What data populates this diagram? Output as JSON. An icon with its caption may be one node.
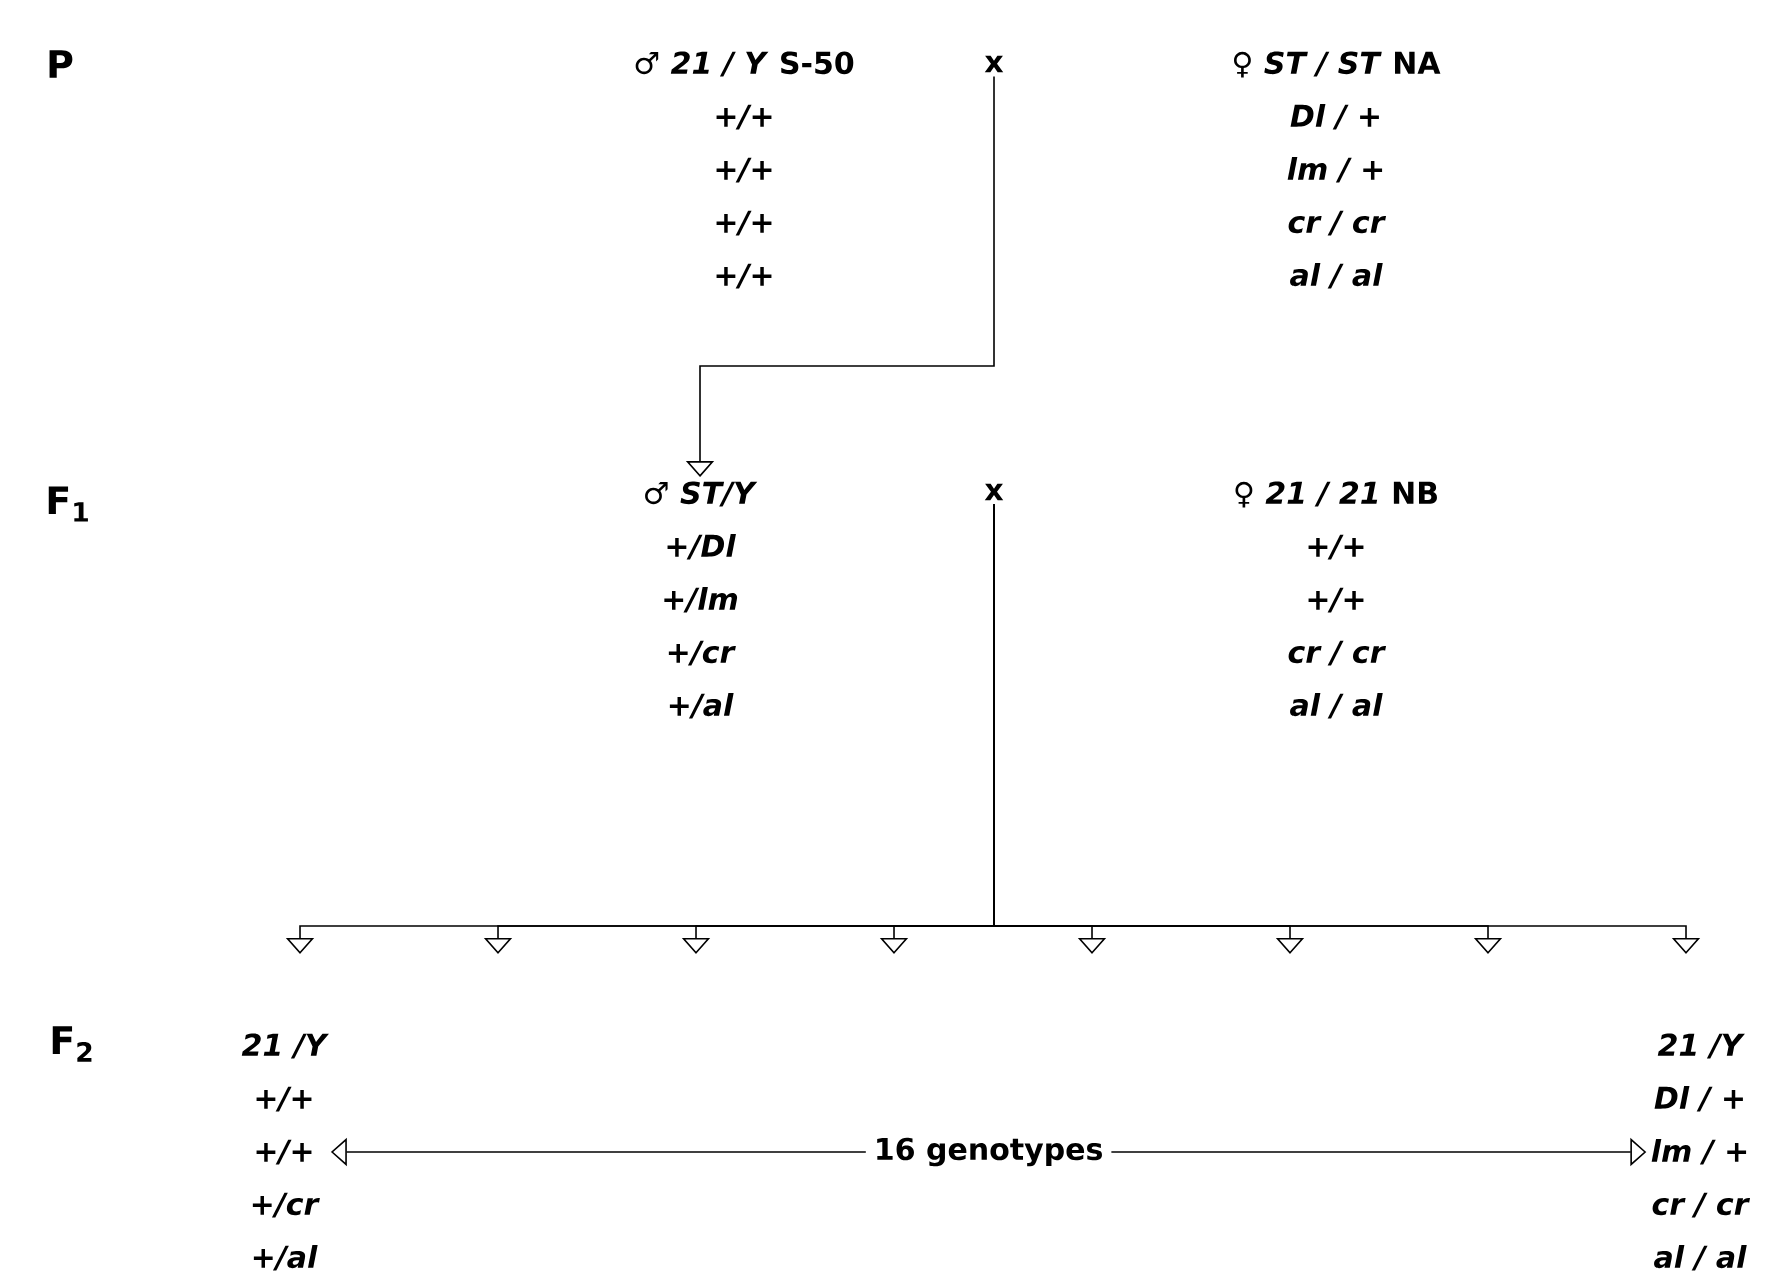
{
  "diagram": {
    "nodes": [
      {
        "text": [
          "♂ *21 / Y* S-50",
          "+/+",
          "+/+",
          "+/+",
          "+/+"
        ]
      },
      {
        "text": [
          "♀ *ST / ST* NA",
          "Dl / +",
          "lm / +",
          "cr / cr",
          "al / al"
        ]
      },
      {
        "text": [
          "x"
        ]
      },
      {
        "text": [
          "♂ *ST/Y*",
          "+/Dl",
          "+/lm",
          "+/cr",
          "+/al"
        ]
      },
      {
        "text": [
          "x"
        ]
      },
      {
        "text": [
          "♀ *21 / 21* NB",
          "+/+",
          "+/+",
          "cr / cr",
          "al / al"
        ]
      },
      {
        "text": [
          "21 /Y",
          "+/+",
          "+/+",
          "+/cr",
          "+/al"
        ]
      },
      {
        "text": [
          "21 /Y",
          "Dl / +",
          "lm / +",
          "cr / cr",
          "al / al"
        ]
      }
    ],
    "edges": [
      {
        "from": 2,
        "to": 3,
        "arrow": "to"
      },
      {
        "from": 4,
        "to": null,
        "arrow": "to"
      },
      {
        "from": 4,
        "to": null,
        "arrow": "to"
      },
      {
        "from": 4,
        "to": null,
        "arrow": "to"
      },
      {
        "from": 4,
        "to": null,
        "arrow": "to"
      },
      {
        "from": 4,
        "to": null,
        "arrow": "to"
      },
      {
        "from": 4,
        "to": null,
        "arrow": "to"
      },
      {
        "from": 4,
        "to": null,
        "arrow": "to"
      },
      {
        "from": 4,
        "to": null,
        "arrow": "to"
      },
      {
        "from": 6,
        "to": 7,
        "arrow": "both",
        "label": "16 genotypes"
      }
    ],
    "labels": [
      "P",
      "F$_{1}$",
      "F$_{2}$"
    ]
  }
}
